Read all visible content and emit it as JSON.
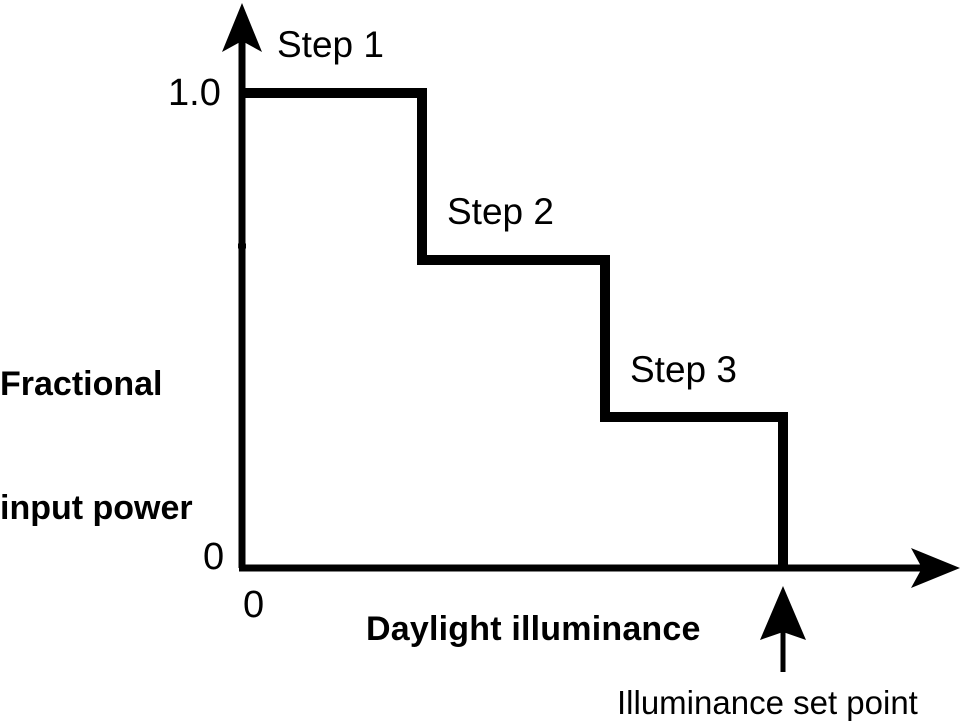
{
  "figure": {
    "kind": "stepped-dimming-control-curve",
    "background_color": "#ffffff",
    "line_color": "#000000",
    "axis_color": "#000000"
  },
  "axes": {
    "y_title_line1": "Fractional",
    "y_title_line2": "input power",
    "x_title": "Daylight illuminance",
    "y_ticks": [
      {
        "label": "1.0",
        "value": 1.0
      },
      {
        "label": "0",
        "value": 0
      }
    ],
    "x_ticks": [
      {
        "label": "0",
        "value": 0
      }
    ]
  },
  "steps": [
    {
      "label": "Step 1",
      "value": 1.0
    },
    {
      "label": "Step 2",
      "value": 0.65
    },
    {
      "label": "Step 3",
      "value": 0.32
    }
  ],
  "annotations": [
    {
      "label": "Illuminance set point",
      "points_to": "x-axis-setpoint"
    }
  ],
  "chart_data": {
    "type": "line",
    "title": "",
    "subtitle": "",
    "xlabel": "Daylight illuminance",
    "ylabel": "Fractional input power",
    "xlim": [
      0,
      1
    ],
    "ylim": [
      0,
      1.08
    ],
    "grid": false,
    "legend": "none",
    "step_mode": "post",
    "xtick_labels": [
      "0"
    ],
    "ytick_labels": [
      "0",
      "1.0"
    ],
    "series": [
      {
        "name": "Fractional input power",
        "style": "step",
        "x": [
          0.0,
          0.25,
          0.25,
          0.505,
          0.505,
          0.753,
          0.753
        ],
        "y": [
          1.0,
          1.0,
          0.65,
          0.65,
          0.32,
          0.32,
          0.0
        ]
      }
    ],
    "annotations": [
      {
        "text": "Step 1",
        "x": 0.06,
        "y": 1.07
      },
      {
        "text": "Step 2",
        "x": 0.29,
        "y": 0.74
      },
      {
        "text": "Step 3",
        "x": 0.545,
        "y": 0.415
      },
      {
        "text": "Illuminance set point",
        "x": 0.753,
        "y": -0.22,
        "arrow_to": [
          0.753,
          0.0
        ]
      }
    ]
  }
}
